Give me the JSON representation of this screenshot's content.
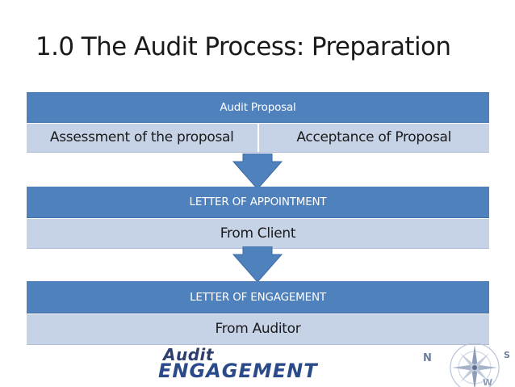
{
  "title": "1.0 The Audit Process: Preparation",
  "blocks": [
    {
      "header": "Audit Proposal",
      "cells": [
        "Assessment of the proposal",
        "Acceptance of Proposal"
      ]
    },
    {
      "header": "LETTER OF APPOINTMENT",
      "cells": [
        "From Client"
      ]
    },
    {
      "header": "LETTER OF ENGAGEMENT",
      "cells": [
        "From Auditor"
      ]
    }
  ],
  "logo": {
    "line1": "Audit",
    "line2": "ENGAGEMENT",
    "icon": "compass-rose-icon"
  },
  "colors": {
    "header": "#4f81bd",
    "row": "#c6d3e7",
    "arrow": "#4f81bd"
  }
}
